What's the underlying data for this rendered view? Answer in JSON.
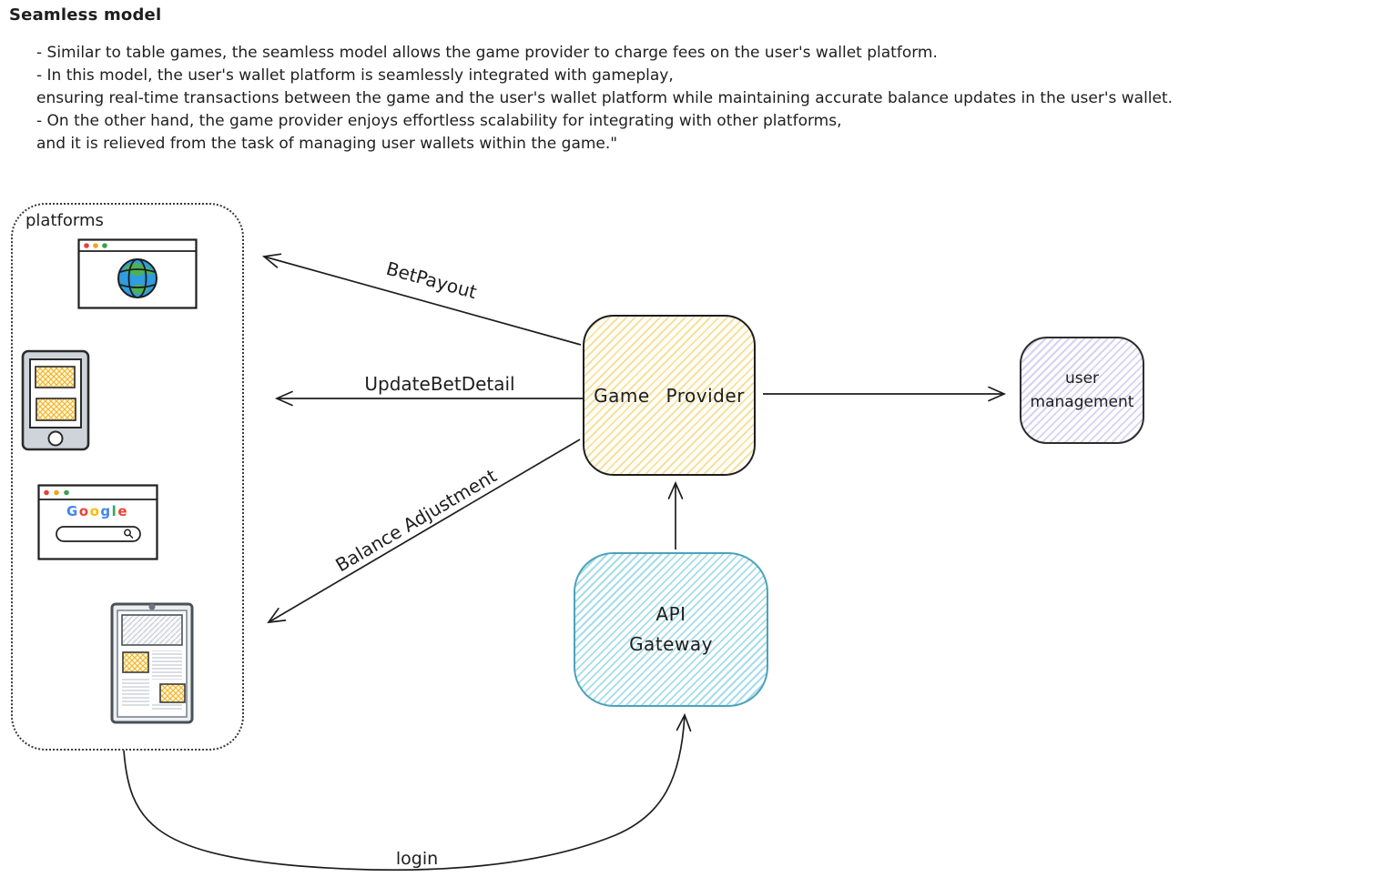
{
  "header": {
    "title": "Seamless model",
    "lines": [
      "- Similar to table games, the seamless model allows the game provider to charge fees on the user's wallet platform.",
      "- In this model, the user's wallet platform is seamlessly integrated with gameplay,",
      "ensuring real-time transactions between the game and the user's wallet platform while maintaining accurate balance updates in the user's wallet.",
      "- On the other hand, the game provider enjoys effortless scalability for integrating with other platforms,",
      "and it is relieved from the task of managing user wallets within the game.\""
    ]
  },
  "diagram": {
    "platforms": {
      "label": "platforms",
      "google": {
        "logo": "Google",
        "letter_colors": [
          "#4285f4",
          "#ea4335",
          "#fbbc05",
          "#4285f4",
          "#34a853",
          "#ea4335"
        ]
      },
      "icons": {
        "browser": "browser-globe-icon",
        "mobile": "mobile-device-icon",
        "search_window": "google-search-window-icon",
        "news": "news-article-icon"
      }
    },
    "nodes": {
      "game_provider": {
        "label": "Game Provider"
      },
      "api_gateway": {
        "line1": "API",
        "line2": "Gateway"
      },
      "user_management": {
        "line1": "user",
        "line2": "management"
      }
    },
    "edges": {
      "bet_payout": {
        "label": "BetPayout"
      },
      "update_bet_detail": {
        "label": "UpdateBetDetail"
      },
      "balance_adjustment": {
        "label": "Balance Adjustment"
      },
      "login": {
        "label": "login"
      }
    }
  },
  "theme": {
    "ink": "#1e1e1e",
    "yellow_bg": "#fffdf4",
    "yellow_hatch": "#f3dd9a",
    "cyan_hatch": "#a8dce9",
    "cyan_border": "#4ba3b8",
    "purple_hatch": "#d7d3f1",
    "dot_red": "#e0443a",
    "dot_yellow": "#f2a51c",
    "dot_green": "#3aa14e",
    "globe_blue": "#2f9de0",
    "globe_green": "#4fb155",
    "device_gray": "#ced4da",
    "photo_hatch": "#f0b429"
  }
}
